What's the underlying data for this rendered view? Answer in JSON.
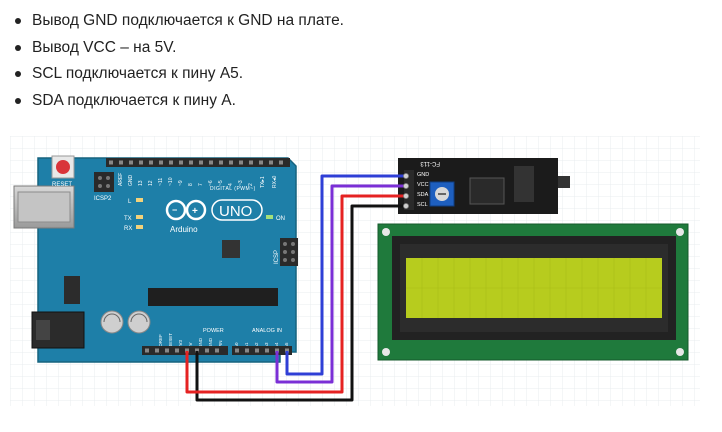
{
  "bullets": [
    "Вывод GND подключается к GND на плате.",
    "Вывод VCC – на 5V.",
    "SCL подключается к пину A5.",
    "SDA подключается к пину A."
  ],
  "arduino": {
    "reset_label": "RESET",
    "icsp2_label": "ICSP2",
    "aref_label": "AREF",
    "gnd_label": "GND",
    "digital_pin_labels": [
      "13",
      "12",
      "~11",
      "~10",
      "~9",
      "8",
      "7",
      "~6",
      "~5",
      "4",
      "~3",
      "2",
      "TX▸1",
      "RX◂0"
    ],
    "digital_label": "DIGITAL (PWM~)",
    "l_label": "L",
    "tx_label": "TX",
    "rx_label": "RX",
    "on_label": "ON",
    "brand_label": "Arduino",
    "uno_label": "UNO",
    "icsp_label": "ICSP",
    "power_label": "POWER",
    "analog_label": "ANALOG IN",
    "power_pin_labels": [
      "IOREF",
      "RESET",
      "3V3",
      "5V",
      "GND",
      "GND",
      "VIN"
    ],
    "analog_pin_labels": [
      "A0",
      "A1",
      "A2",
      "A3",
      "A4",
      "A5"
    ]
  },
  "i2c_module": {
    "chip_label": "FC-113",
    "pin_labels": [
      "GND",
      "VCC",
      "SDA",
      "SCL"
    ]
  },
  "colors": {
    "board_blue": "#1e7fa8",
    "wire_gnd": "#111111",
    "wire_vcc": "#e52222",
    "wire_sda": "#7b2fd6",
    "wire_scl": "#2f3fd6",
    "lcd_screen": "#b7cc1e",
    "lcd_pcb": "#1f7a3c"
  }
}
